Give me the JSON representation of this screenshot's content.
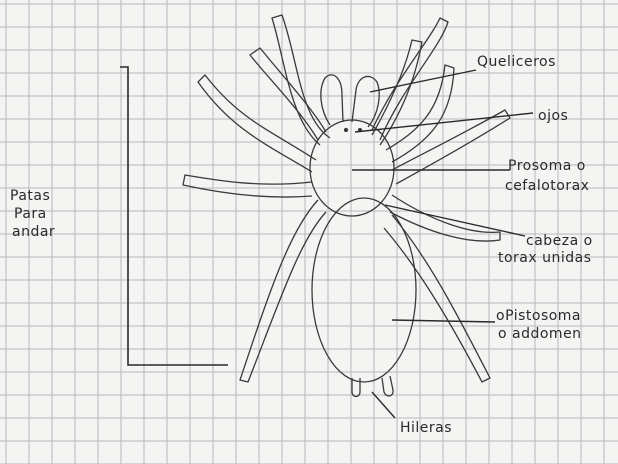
{
  "labels": {
    "queliceros": "Queliceros",
    "ojos": "ojos",
    "prosoma_1": "Prosoma o",
    "prosoma_2": "cefalotorax",
    "cabeza_1": "cabeza o",
    "cabeza_2": "torax unidas",
    "opistosoma_1": "oPistosoma",
    "opistosoma_2": "o addomen",
    "hileras": "Hileras",
    "patas_1": "Patas",
    "patas_2": "Para",
    "patas_3": "andar"
  },
  "colors": {
    "paper": "#f4f4f2",
    "grid": "#b9b9b9",
    "ink": "#2a2a2a"
  }
}
